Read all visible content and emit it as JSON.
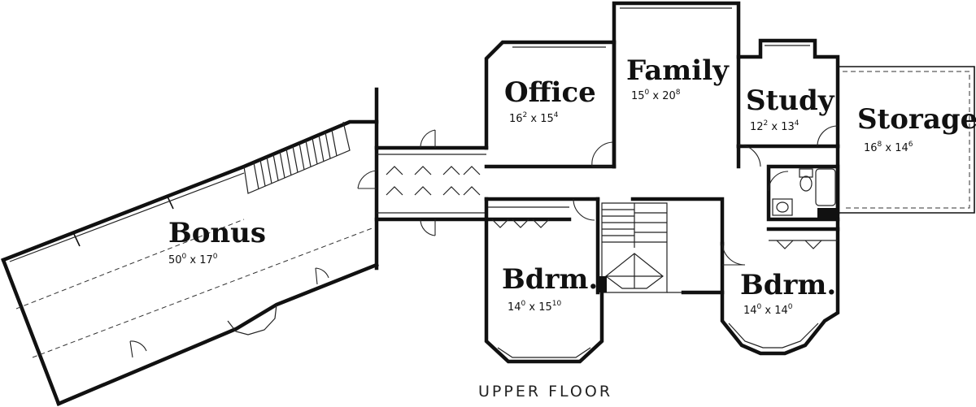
{
  "plan": {
    "title": "UPPER FLOOR",
    "rooms": {
      "bonus": {
        "name": "Bonus",
        "dim_a": "50",
        "sup_a": "0",
        "dim_b": "17",
        "sup_b": "0"
      },
      "office": {
        "name": "Office",
        "dim_a": "16",
        "sup_a": "2",
        "dim_b": "15",
        "sup_b": "4"
      },
      "family": {
        "name": "Family",
        "dim_a": "15",
        "sup_a": "0",
        "dim_b": "20",
        "sup_b": "8"
      },
      "study": {
        "name": "Study",
        "dim_a": "12",
        "sup_a": "2",
        "dim_b": "13",
        "sup_b": "4"
      },
      "storage": {
        "name": "Storage",
        "dim_a": "16",
        "sup_a": "8",
        "dim_b": "14",
        "sup_b": "6"
      },
      "bdrm1": {
        "name": "Bdrm.",
        "dim_a": "14",
        "sup_a": "0",
        "dim_b": "15",
        "sup_b": "10"
      },
      "bdrm2": {
        "name": "Bdrm.",
        "dim_a": "14",
        "sup_a": "0",
        "dim_b": "14",
        "sup_b": "0"
      }
    }
  }
}
